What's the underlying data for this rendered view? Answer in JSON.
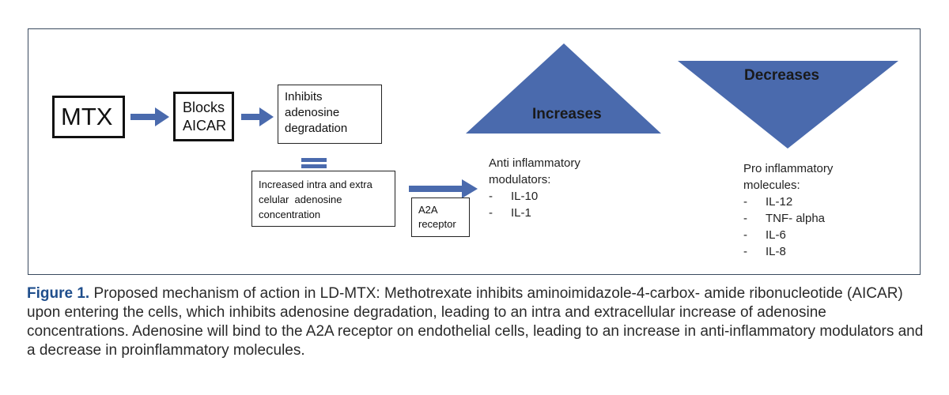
{
  "diagram": {
    "mtx": "MTX",
    "blocks": [
      "Blocks",
      "AICAR"
    ],
    "inhibits": [
      "Inhibits",
      "adenosine",
      "degradation"
    ],
    "increased": [
      "Increased intra and extra",
      "celular  adenosine",
      "concentration"
    ],
    "receptor": [
      "A2A",
      "receptor"
    ],
    "increases_label": "Increases",
    "decreases_label": "Decreases",
    "anti": {
      "heading": [
        "Anti inflammatory",
        "modulators:"
      ],
      "items": [
        "IL-10",
        "IL-1"
      ]
    },
    "pro": {
      "heading": [
        "Pro inflammatory",
        "molecules:"
      ],
      "items": [
        "IL-12",
        "TNF- alpha",
        "IL-6",
        "IL-8"
      ]
    },
    "colors": {
      "shape_fill": "#4a6aad",
      "arrow": "#4a6aad",
      "border": "#3a4a5e"
    }
  },
  "caption": {
    "label": "Figure 1.",
    "text": "Proposed mechanism of action in LD-MTX: Methotrexate inhibits aminoimidazole-4-carbox- amide ribonucleotide (AICAR) upon entering the cells, which inhibits adenosine degradation, leading to an intra and extracellular increase of adenosine concentrations. Adenosine will bind to the A2A receptor on endothelial cells, leading to an increase in anti-inflammatory modulators and a decrease in proinflammatory molecules."
  }
}
